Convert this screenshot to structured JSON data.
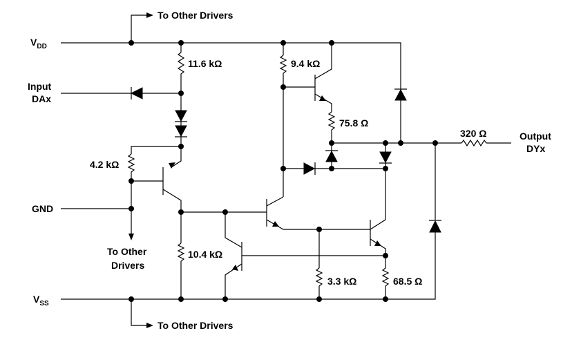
{
  "labels": {
    "vdd": {
      "main": "V",
      "sub": "DD"
    },
    "vss": {
      "main": "V",
      "sub": "SS"
    },
    "input_line1": "Input",
    "input_line2": "DAx",
    "gnd": "GND",
    "output_line1": "Output",
    "output_line2": "DYx",
    "to_other_drivers_top": "To Other Drivers",
    "to_other_drivers_mid_1": "To Other",
    "to_other_drivers_mid_2": "Drivers",
    "to_other_drivers_bottom": "To Other Drivers"
  },
  "resistors": {
    "r_11_6k": "11.6 kΩ",
    "r_9_4k": "9.4 kΩ",
    "r_75_8": "75.8 Ω",
    "r_4_2k": "4.2 kΩ",
    "r_320": "320 Ω",
    "r_10_4k": "10.4 kΩ",
    "r_3_3k": "3.3 kΩ",
    "r_68_5": "68.5 Ω"
  }
}
